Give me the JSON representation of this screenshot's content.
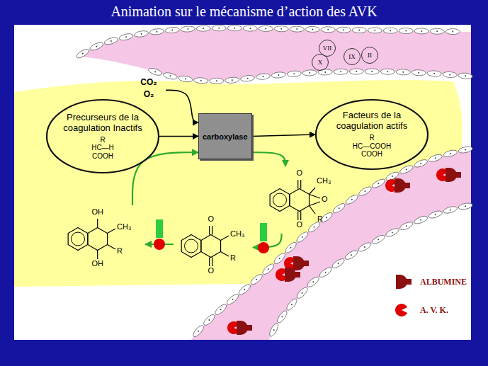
{
  "diagram": {
    "title": "Animation sur le mécanisme d’action des AVK",
    "nodes": [
      {
        "text": [
          "Precurseurs de la coagulation Inactifs",
          "R",
          "HC—H",
          "COOH"
        ]
      },
      {
        "text": [
          "CO₂",
          "O₂"
        ]
      },
      {
        "text": [
          "carboxylase"
        ]
      },
      {
        "text": [
          "Facteurs de la coagulation actifs",
          "R",
          "HC—COOH",
          "COOH"
        ]
      },
      {
        "text": [
          "VII"
        ]
      },
      {
        "text": [
          "IX"
        ]
      },
      {
        "text": [
          "X"
        ]
      },
      {
        "text": [
          "II"
        ]
      },
      {
        "text": [
          "O",
          "CH₃",
          "O",
          "R",
          "O"
        ]
      },
      {
        "text": [
          "O",
          "CH₃",
          "R",
          "O"
        ]
      },
      {
        "text": [
          "OH",
          "CH₃",
          "R",
          "OH"
        ]
      }
    ],
    "edges": [
      {
        "from": 0,
        "to": 2,
        "arrow": "to"
      },
      {
        "from": 1,
        "to": 2,
        "arrow": "to"
      },
      {
        "from": 2,
        "to": 3,
        "arrow": "to"
      },
      {
        "from": 10,
        "to": 2,
        "arrow": "to"
      },
      {
        "from": 2,
        "to": 8,
        "arrow": "to"
      },
      {
        "from": 8,
        "to": 9,
        "arrow": "to"
      },
      {
        "from": 9,
        "to": 10,
        "arrow": "to"
      }
    ],
    "legend": [
      {
        "text": "ALBUMINE"
      },
      {
        "text": "A. V. K."
      }
    ]
  }
}
